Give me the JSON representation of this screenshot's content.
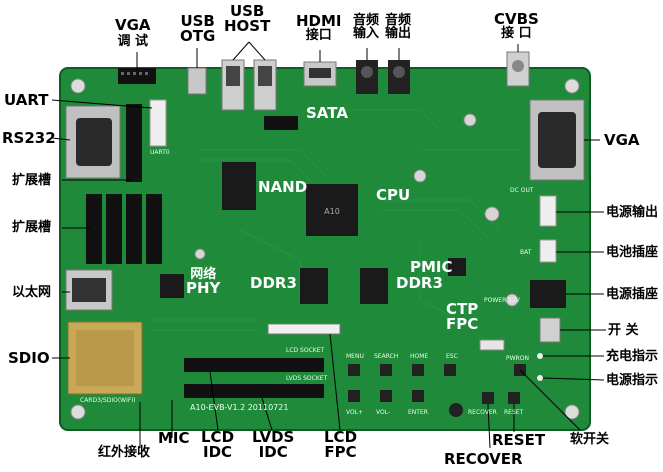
{
  "labels": {
    "vga_top_1": "VGA",
    "vga_top_2": "调 试",
    "usb_otg_1": "USB",
    "usb_otg_2": "OTG",
    "usb_host_1": "USB",
    "usb_host_2": "HOST",
    "hdmi_1": "HDMI",
    "hdmi_2": "接口",
    "audio_in_1": "音频",
    "audio_in_2": "输入",
    "audio_out_1": "音频",
    "audio_out_2": "输出",
    "cvbs_1": "CVBS",
    "cvbs_2": "接 口",
    "uart": "UART",
    "rs232": "RS232",
    "ext_slot_1": "扩展槽",
    "ext_slot_2": "扩展槽",
    "ethernet": "以太网",
    "sdio": "SDIO",
    "ir": "红外接收",
    "mic": "MIC",
    "lcd_idc_1": "LCD",
    "lcd_idc_2": "IDC",
    "lvds_idc_1": "LVDS",
    "lvds_idc_2": "IDC",
    "lcd_fpc_1": "LCD",
    "lcd_fpc_2": "FPC",
    "recover": "RECOVER",
    "reset": "RESET",
    "soft_switch": "软开关",
    "vga_right": "VGA",
    "power_out": "电源输出",
    "battery": "电池插座",
    "power_in": "电源插座",
    "switch": "开 关",
    "charge": "充电指示",
    "power_ind": "电源指示",
    "sata": "SATA",
    "nand": "NAND",
    "cpu": "CPU",
    "phy_1": "网络",
    "phy_2": "PHY",
    "ddr3_left": "DDR3",
    "ddr3_right": "DDR3",
    "pmic": "PMIC",
    "ctp_1": "CTP",
    "ctp_2": "FPC",
    "chip_cpu": "A10",
    "silk_board": "A10-EVB-V1.2 20110721",
    "silk_lcd_socket": "LCD SOCKET",
    "silk_lvds_socket": "LVDS SOCKET",
    "silk_menu": "MENU",
    "silk_search": "SEARCH",
    "silk_home": "HOME",
    "silk_esc": "ESC",
    "silk_vol_plus": "VOL+",
    "silk_vol_minus": "VOL-",
    "silk_enter": "ENTER",
    "silk_recover": "RECOVER",
    "silk_reset": "RESET",
    "silk_pwron": "PWRON",
    "silk_dc_out": "DC OUT",
    "silk_bat": "BAT",
    "silk_power": "POWER 12V",
    "silk_uart": "UART0",
    "silk_card": "CARD3/SDIO(WIFI)"
  },
  "colors": {
    "pcb": "#1f8a3a",
    "pcb_dark": "#156b2b",
    "chip": "#1a1a1a",
    "metal": "#b8b8b8",
    "sd_gold": "#c9a857"
  }
}
